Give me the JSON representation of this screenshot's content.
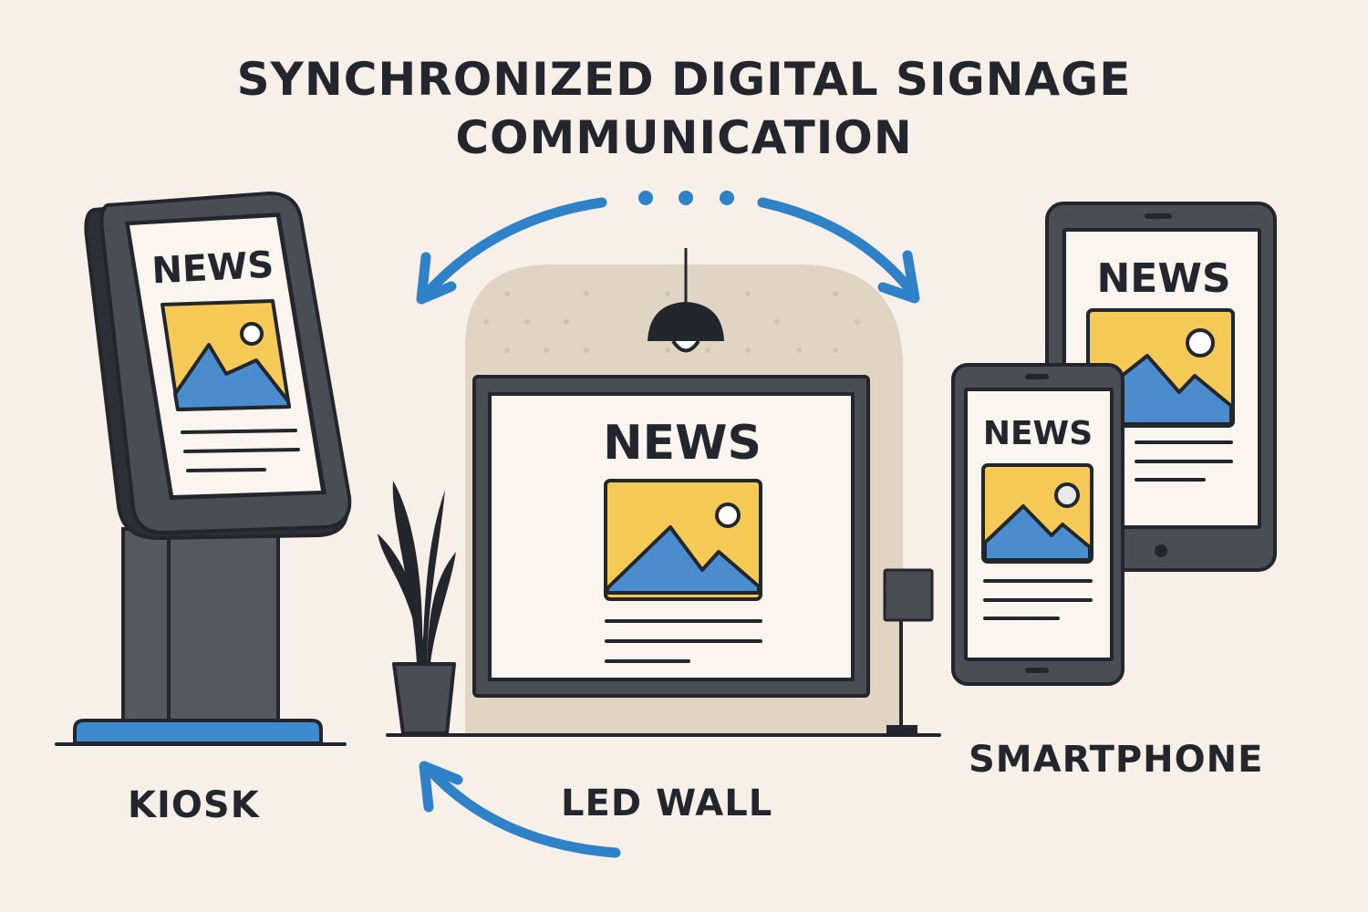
{
  "title": {
    "line1": "SYNCHRONIZED DIGITAL SIGNAGE",
    "line2": "COMMUNICATION"
  },
  "devices": {
    "kiosk": {
      "label": "KIOSK",
      "screen_heading": "NEWS"
    },
    "led_wall": {
      "label": "LED WALL",
      "screen_heading": "NEWS"
    },
    "tablet": {
      "screen_heading": "NEWS"
    },
    "smartphone": {
      "label": "SMARTPHONE",
      "screen_heading": "NEWS"
    }
  },
  "sync_indicator": {
    "dots": 3,
    "icon": "ellipsis-dots"
  },
  "arrows": [
    "curved-arrow-left",
    "curved-arrow-right",
    "curved-arrow-up-left"
  ],
  "colors": {
    "background": "#f6f0e8",
    "ink": "#23272d",
    "device_frame": "#4a4d54",
    "screen": "#faf5ee",
    "accent_blue": "#2f82c8",
    "image_yellow": "#f5c955",
    "image_blue": "#4a8cce",
    "wall_beige": "#e0d5c3"
  }
}
